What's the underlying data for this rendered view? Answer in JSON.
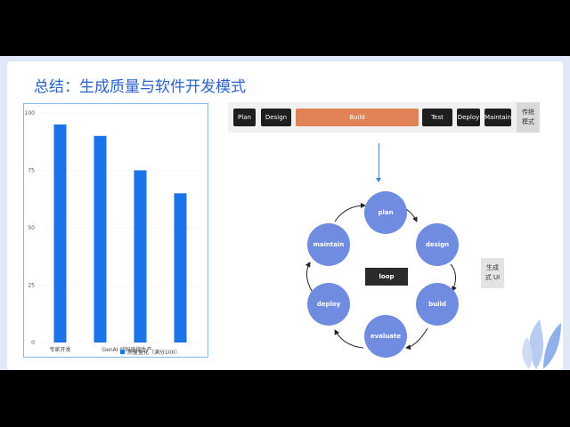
{
  "slide": {
    "title": "总结：生成质量与软件开发模式"
  },
  "colors": {
    "accent": "#2a63c8",
    "bar": "#1a73e8",
    "build": "#e08256",
    "node": "#6f8ce0",
    "dots": [
      "#3b82f6",
      "#e07a5f",
      "#3b82f6",
      "#e07a5f"
    ]
  },
  "chart_data": {
    "type": "bar",
    "categories": [
      "专家开发",
      "GenAI 代码直接生产",
      "",
      ""
    ],
    "values": [
      95,
      90,
      75,
      65
    ],
    "series": [
      {
        "name": "质量量化（满分100）",
        "values": [
          95,
          90,
          75,
          65
        ]
      }
    ],
    "yticks": [
      "100",
      "75",
      "50",
      "25",
      "0"
    ],
    "ylim": [
      0,
      100
    ],
    "legend": "bottom",
    "grid": true
  },
  "flow": {
    "steps": [
      {
        "label": "Plan"
      },
      {
        "label": "Design"
      },
      {
        "label": "Build"
      },
      {
        "label": "Test"
      },
      {
        "label": "Deploy"
      },
      {
        "label": "Maintain"
      }
    ],
    "legacy_label": "传统模式"
  },
  "cycle": {
    "nodes": [
      "plan",
      "design",
      "build",
      "evaluate",
      "deploy",
      "maintain"
    ],
    "center": "loop",
    "side_label": "生成式 UI"
  }
}
